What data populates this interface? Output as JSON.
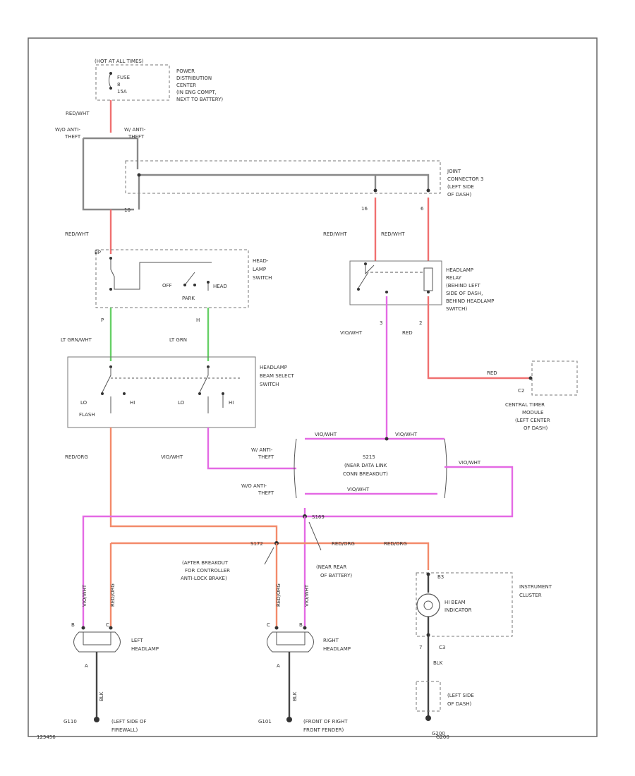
{
  "fuse_block": {
    "header": "(HOT AT ALL TIMES)",
    "fuse": "FUSE",
    "fuse_num": "8",
    "amps": "15A"
  },
  "pdc": [
    "POWER",
    "DISTRIBUTION",
    "CENTER",
    "(IN ENG COMPT,",
    "NEXT TO BATTERY)"
  ],
  "top_wire": "RED/WHT",
  "theft_left": [
    "W/O ANTI-",
    "THEFT"
  ],
  "theft_right": [
    "W/ ANTI-",
    "THEFT"
  ],
  "joint_connector": {
    "label": [
      "JOINT",
      "CONNECTOR 3",
      "(LEFT SIDE",
      "OF DASH)"
    ],
    "pin_a": "10",
    "pin_b": "16",
    "pin_c": "6"
  },
  "hs_in_wire": "RED/WHT",
  "relay_wires": [
    "RED/WHT",
    "RED/WHT"
  ],
  "headlamp_switch": {
    "pin": "BP",
    "off": "OFF",
    "park": "PARK",
    "head": "HEAD",
    "label": [
      "HEAD-",
      "LAMP",
      "SWITCH"
    ],
    "pin_p": "P",
    "pin_h": "H"
  },
  "headlamp_relay": {
    "label": [
      "HEADLAMP",
      "RELAY",
      "(BEHIND LEFT",
      "SIDE OF DASH,",
      "BEHIND HEADLAMP",
      "SWITCH)"
    ],
    "pin_l": "3",
    "pin_r": "2"
  },
  "wire_lt_grn_wht": "LT GRN/WHT",
  "wire_lt_grn": "LT GRN",
  "wire_vio_wht": "VIO/WHT",
  "wire_red": "RED",
  "beam_switch": {
    "label": [
      "HEADLAMP",
      "BEAM SELECT",
      "SWITCH"
    ],
    "lo": "LO",
    "hi": "HI",
    "flash": "FLASH"
  },
  "ctm": {
    "wire": "RED",
    "connector": "C2",
    "label": [
      "CENTRAL TIMER",
      "MODULE",
      "(LEFT CENTER",
      "OF DASH)"
    ]
  },
  "wire_red_org": "RED/ORG",
  "splice_s215": {
    "name": "S215",
    "desc": [
      "(NEAR DATA LINK",
      "CONN BREAKOUT)"
    ],
    "wire1": "VIO/WHT",
    "wire2": "VIO/WHT",
    "wire3": "VIO/WHT",
    "wire4": "VIO/WHT"
  },
  "theft_mid": [
    "W/ ANTI-",
    "THEFT"
  ],
  "theft_mid2": [
    "W/O ANTI-",
    "THEFT"
  ],
  "s169": "S169",
  "s172": "S172",
  "breakout_note": [
    "(AFTER BREAKOUT",
    "FOR CONTROLLER",
    "ANTI-LOCK BRAKE)"
  ],
  "near_battery": [
    "(NEAR REAR",
    "OF BATTERY)"
  ],
  "wire_red_org2": "RED/ORG",
  "instrument_cluster": {
    "label": [
      "INSTRUMENT",
      "CLUSTER"
    ],
    "pin_top": "B3",
    "pin_bot": "7",
    "connector": "C3",
    "indicator": [
      "HI BEAM",
      "INDICATOR"
    ]
  },
  "left_headlamp": {
    "label": [
      "LEFT",
      "HEADLAMP"
    ],
    "wire_v": "VIO/WHT",
    "wire_r": "RED/ORG",
    "pin_b": "B",
    "pin_c": "C",
    "pin_a": "A",
    "gnd_wire": "BLK",
    "ground": "G110",
    "ground_desc": [
      "(LEFT SIDE OF",
      "FIREWALL)"
    ]
  },
  "right_headlamp": {
    "label": [
      "RIGHT",
      "HEADLAMP"
    ],
    "wire_v": "VIO/WHT",
    "wire_r": "RED/ORG",
    "pin_c": "C",
    "pin_b": "B",
    "pin_a": "A",
    "gnd_wire": "BLK",
    "ground": "G101",
    "ground_desc": [
      "(FRONT OF RIGHT",
      "FRONT FENDER)"
    ]
  },
  "cluster_ground": {
    "wire": "BLK",
    "label": [
      "(LEFT SIDE",
      "OF DASH)"
    ],
    "ground": "G200"
  },
  "footer": "123456",
  "footer2": "G200"
}
